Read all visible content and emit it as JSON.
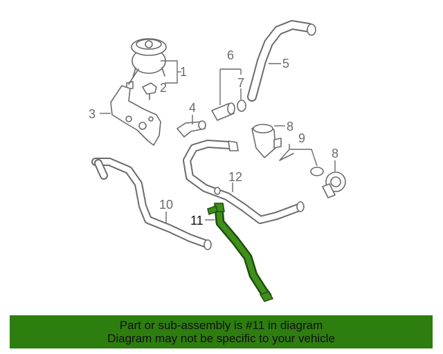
{
  "diagram": {
    "callouts": {
      "c1": "1",
      "c2": "2",
      "c3": "3",
      "c4": "4",
      "c5": "5",
      "c6": "6",
      "c7": "7",
      "c8a": "8",
      "c8b": "8",
      "c9": "9",
      "c10": "10",
      "c11": "11",
      "c12": "12"
    },
    "highlighted_part": "11",
    "colors": {
      "line": "#6a6a6a",
      "highlight": "#2e7d0f",
      "highlight_dark": "#1f4f0a"
    }
  },
  "banner": {
    "line1": "Part or sub-assembly is #11 in diagram",
    "line2": "Diagram may not be specific to your vehicle",
    "background": "#2e7d0f"
  }
}
